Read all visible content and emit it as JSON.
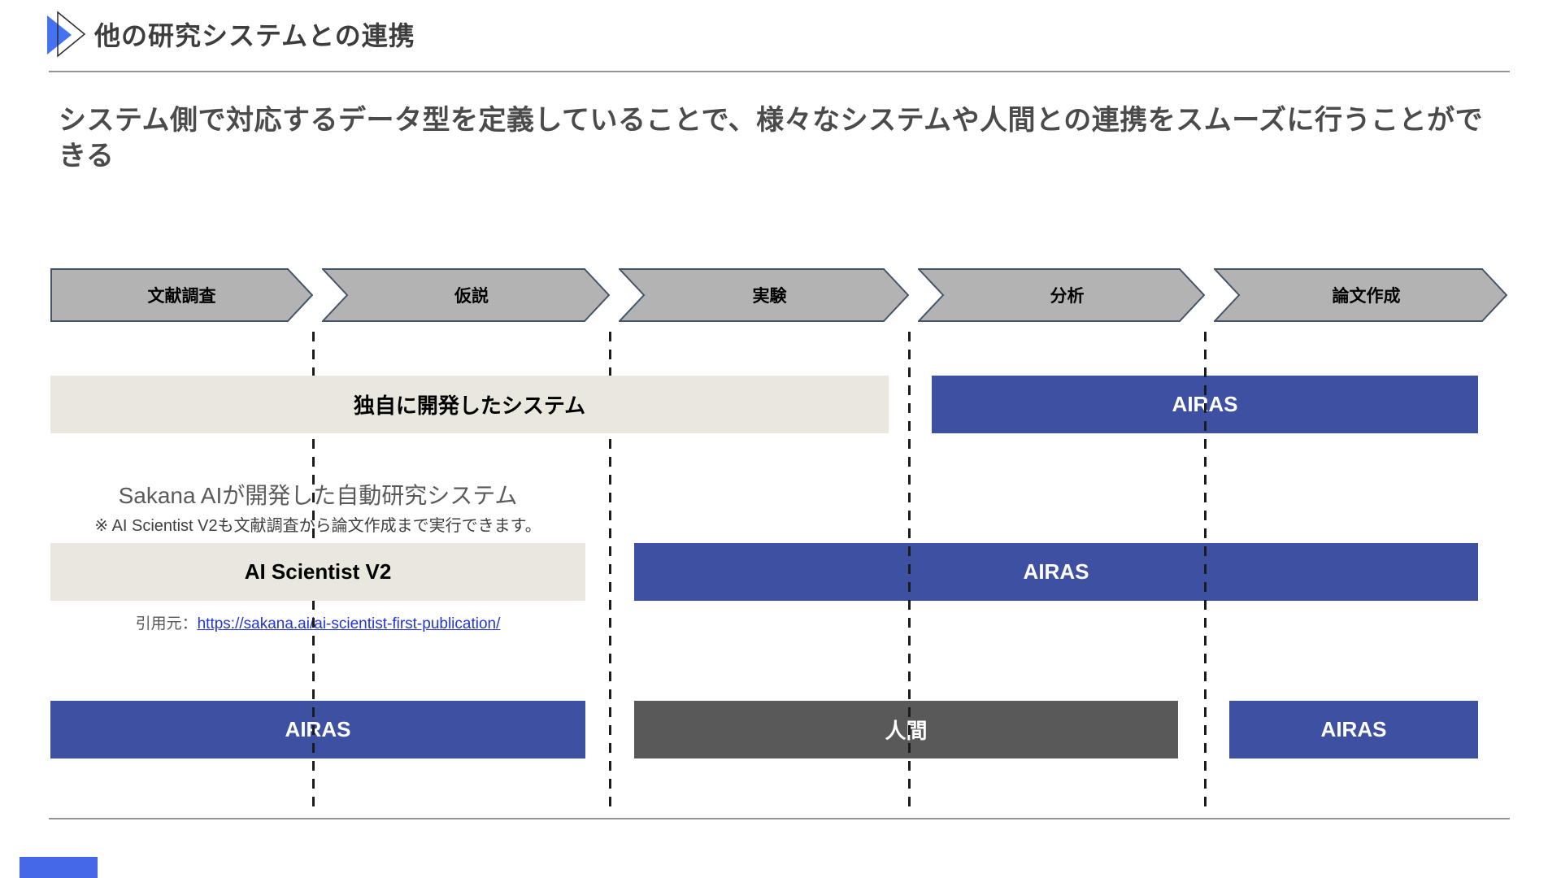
{
  "slide": {
    "title": "他の研究システムとの連携",
    "subtitle": "システム側で対応するデータ型を定義していることで、様々なシステムや人間との連携をスムーズに行うことができる"
  },
  "stages": [
    {
      "label": "文献調査"
    },
    {
      "label": "仮説"
    },
    {
      "label": "実験"
    },
    {
      "label": "分析"
    },
    {
      "label": "論文作成"
    }
  ],
  "rows": {
    "row1": {
      "custom_system": "独自に開発したシステム",
      "airas": "AIRAS"
    },
    "row2": {
      "note_title": "Sakana AIが開発した自動研究システム",
      "note_sub": "※ AI Scientist V2も文献調査から論文作成まで実行できます。",
      "ai_scientist": "AI Scientist V2",
      "airas": "AIRAS",
      "citation_prefix": "引用元：",
      "citation_url": "https://sakana.ai/ai-scientist-first-publication/"
    },
    "row3": {
      "airas_left": "AIRAS",
      "human": "人間",
      "airas_right": "AIRAS"
    }
  },
  "colors": {
    "accent_blue_bar": "#3e50a2",
    "dark_gray_bar": "#595959",
    "beige_bar": "#e9e7de",
    "arrow_fill": "#b3b3b3",
    "arrow_stroke": "#44546a",
    "title_triangle": "#4472f0",
    "link": "#2335d4"
  }
}
